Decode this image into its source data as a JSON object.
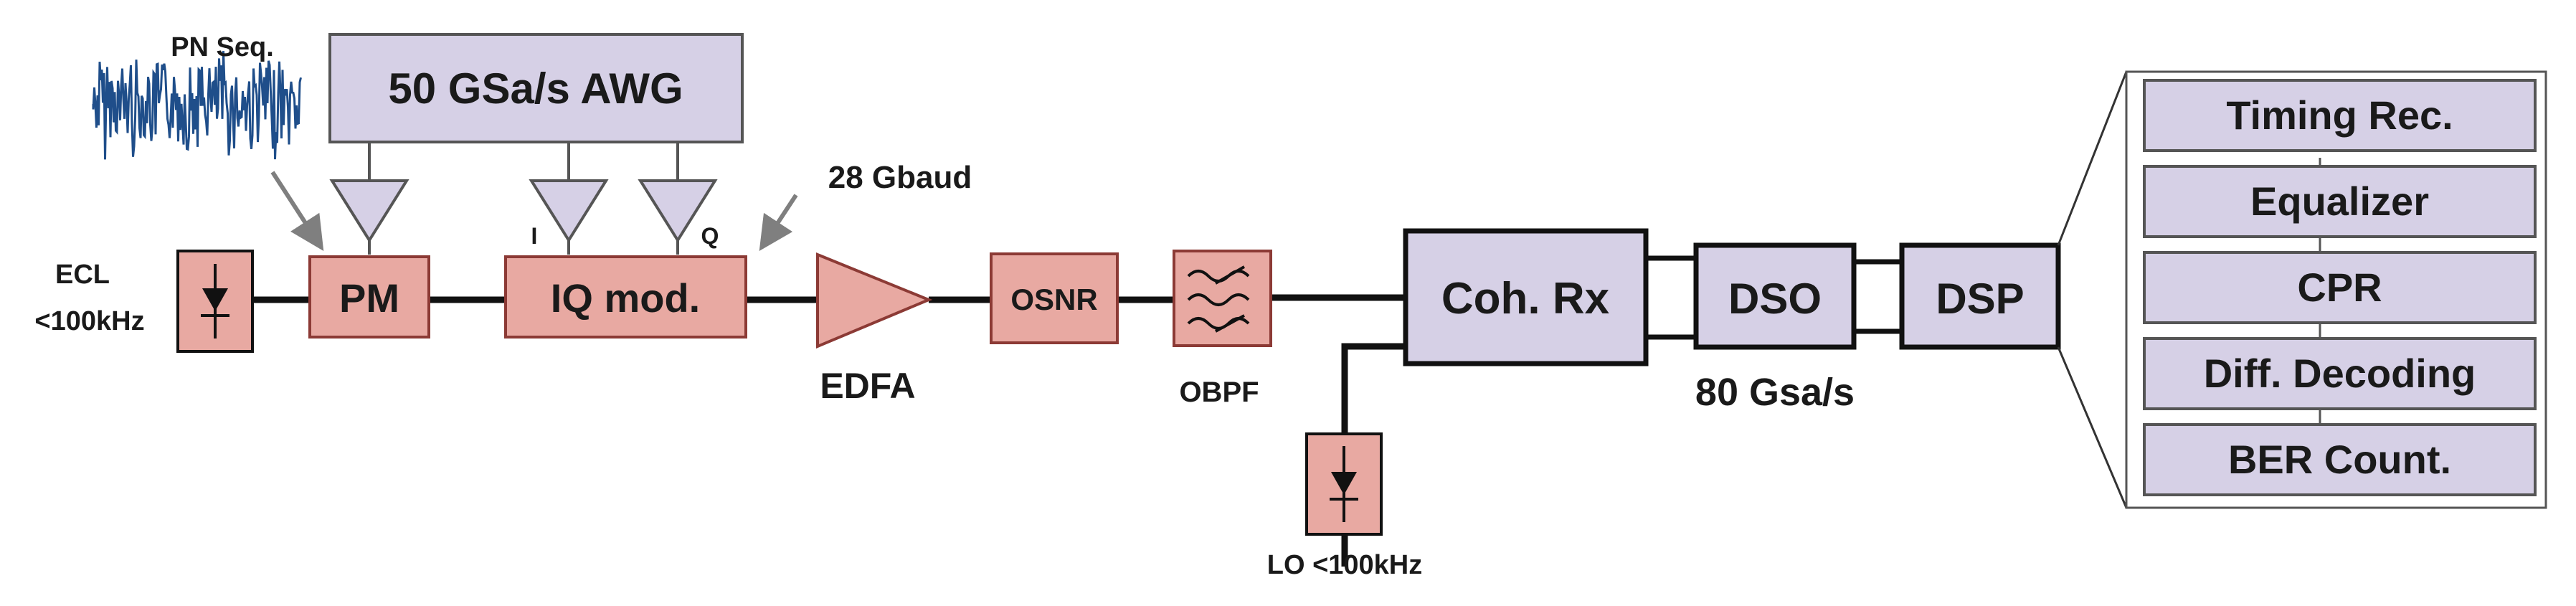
{
  "colors": {
    "pink_fill": "#e8a9a2",
    "pink_stroke": "#8c3a35",
    "lavender_fill": "#d6d0e6",
    "lavender_stroke": "#555555",
    "wire": "#111111",
    "noise": "#1f4e8a",
    "arrow": "#7f7f7f"
  },
  "labels": {
    "pn_seq": "PN Seq.",
    "awg": "50 GSa/s AWG",
    "baud": "28 Gbaud",
    "ecl_line1": "ECL",
    "ecl_line2": "<100kHz",
    "pm": "PM",
    "i": "I",
    "q": "Q",
    "iq_mod": "IQ mod.",
    "edfa": "EDFA",
    "osnr": "OSNR",
    "obpf": "OBPF",
    "coh_rx": "Coh. Rx",
    "lo": "LO <100kHz",
    "dso": "DSO",
    "dso_rate": "80 Gsa/s",
    "dsp": "DSP"
  },
  "dsp_stages": [
    "Timing Rec.",
    "Equalizer",
    "CPR",
    "Diff. Decoding",
    "BER Count."
  ],
  "icons": {
    "laser": "laser-diode-icon",
    "filter": "bandpass-filter-icon",
    "amplifier": "triangle-amplifier-icon",
    "noise": "pn-sequence-waveform-icon"
  }
}
